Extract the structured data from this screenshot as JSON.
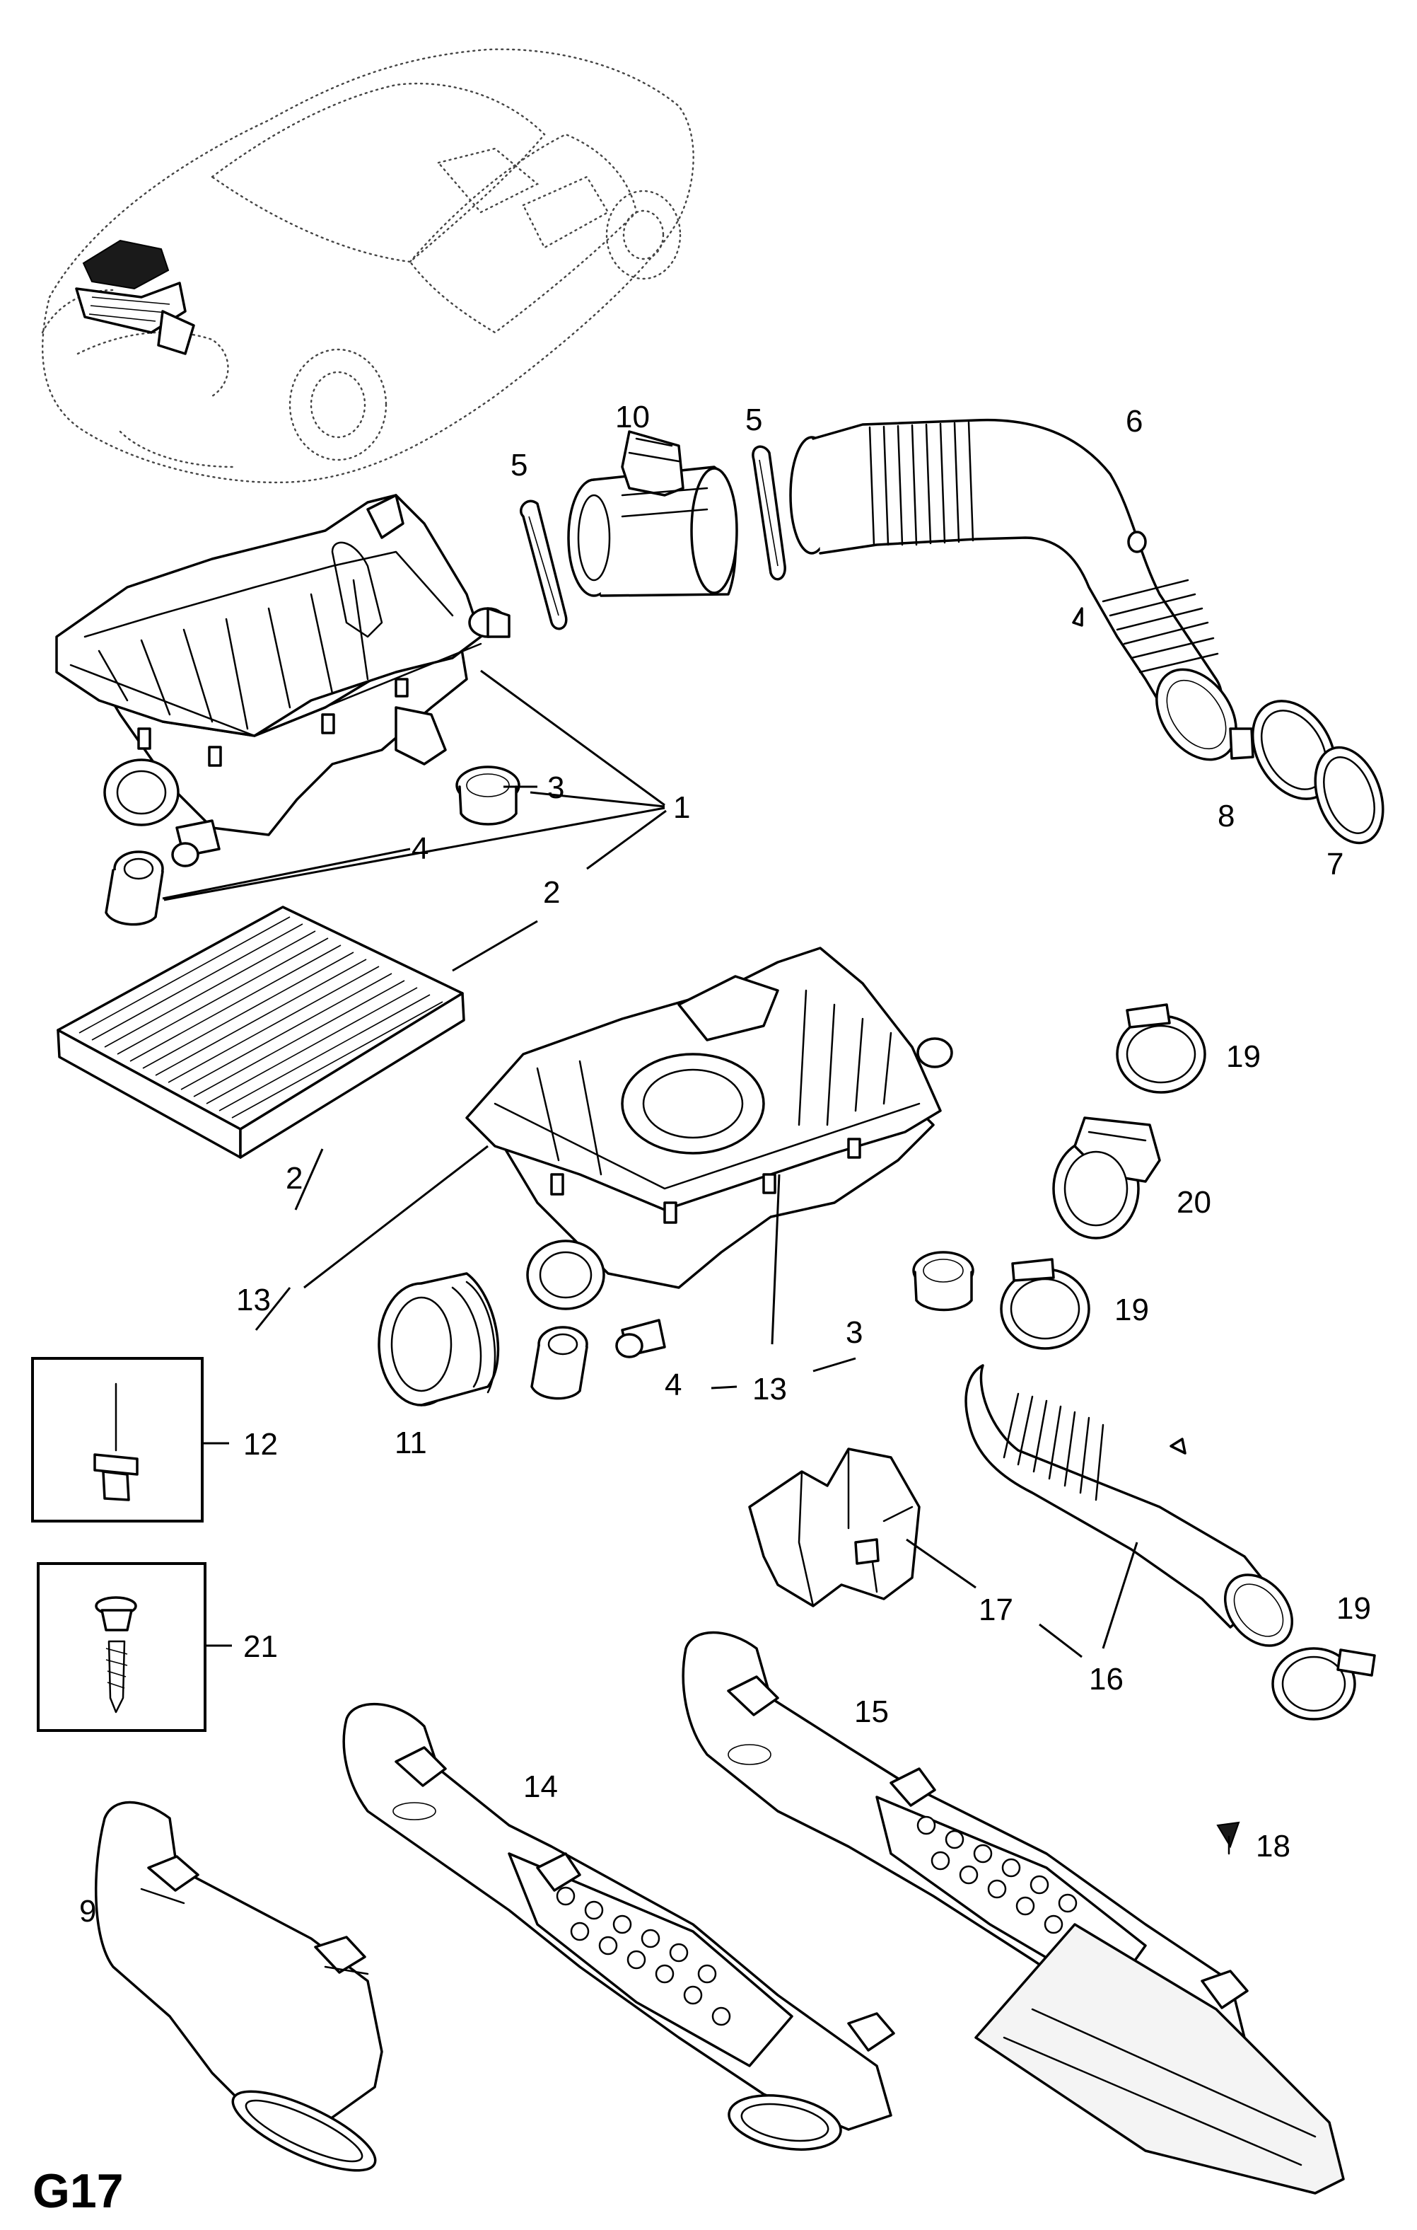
{
  "sheet": {
    "code": "G17"
  },
  "callouts": {
    "c1": "1",
    "c2a": "2",
    "c2b": "2",
    "c3a": "3",
    "c3b": "3",
    "c4a": "4",
    "c4b": "4",
    "c5a": "5",
    "c5b": "5",
    "c6": "6",
    "c7": "7",
    "c8": "8",
    "c9": "9",
    "c10": "10",
    "c11": "11",
    "c12": "12",
    "c13a": "13",
    "c13b": "13",
    "c14": "14",
    "c15": "15",
    "c16": "16",
    "c17": "17",
    "c18": "18",
    "c19a": "19",
    "c19b": "19",
    "c19c": "19",
    "c20": "20",
    "c21": "21"
  },
  "icons": {
    "vehicle": "vehicle-locator-icon",
    "air_cleaner": "air-cleaner-housing-icon",
    "filter": "filter-element-icon",
    "rivet": "rivet-icon",
    "screw": "screw-icon"
  }
}
